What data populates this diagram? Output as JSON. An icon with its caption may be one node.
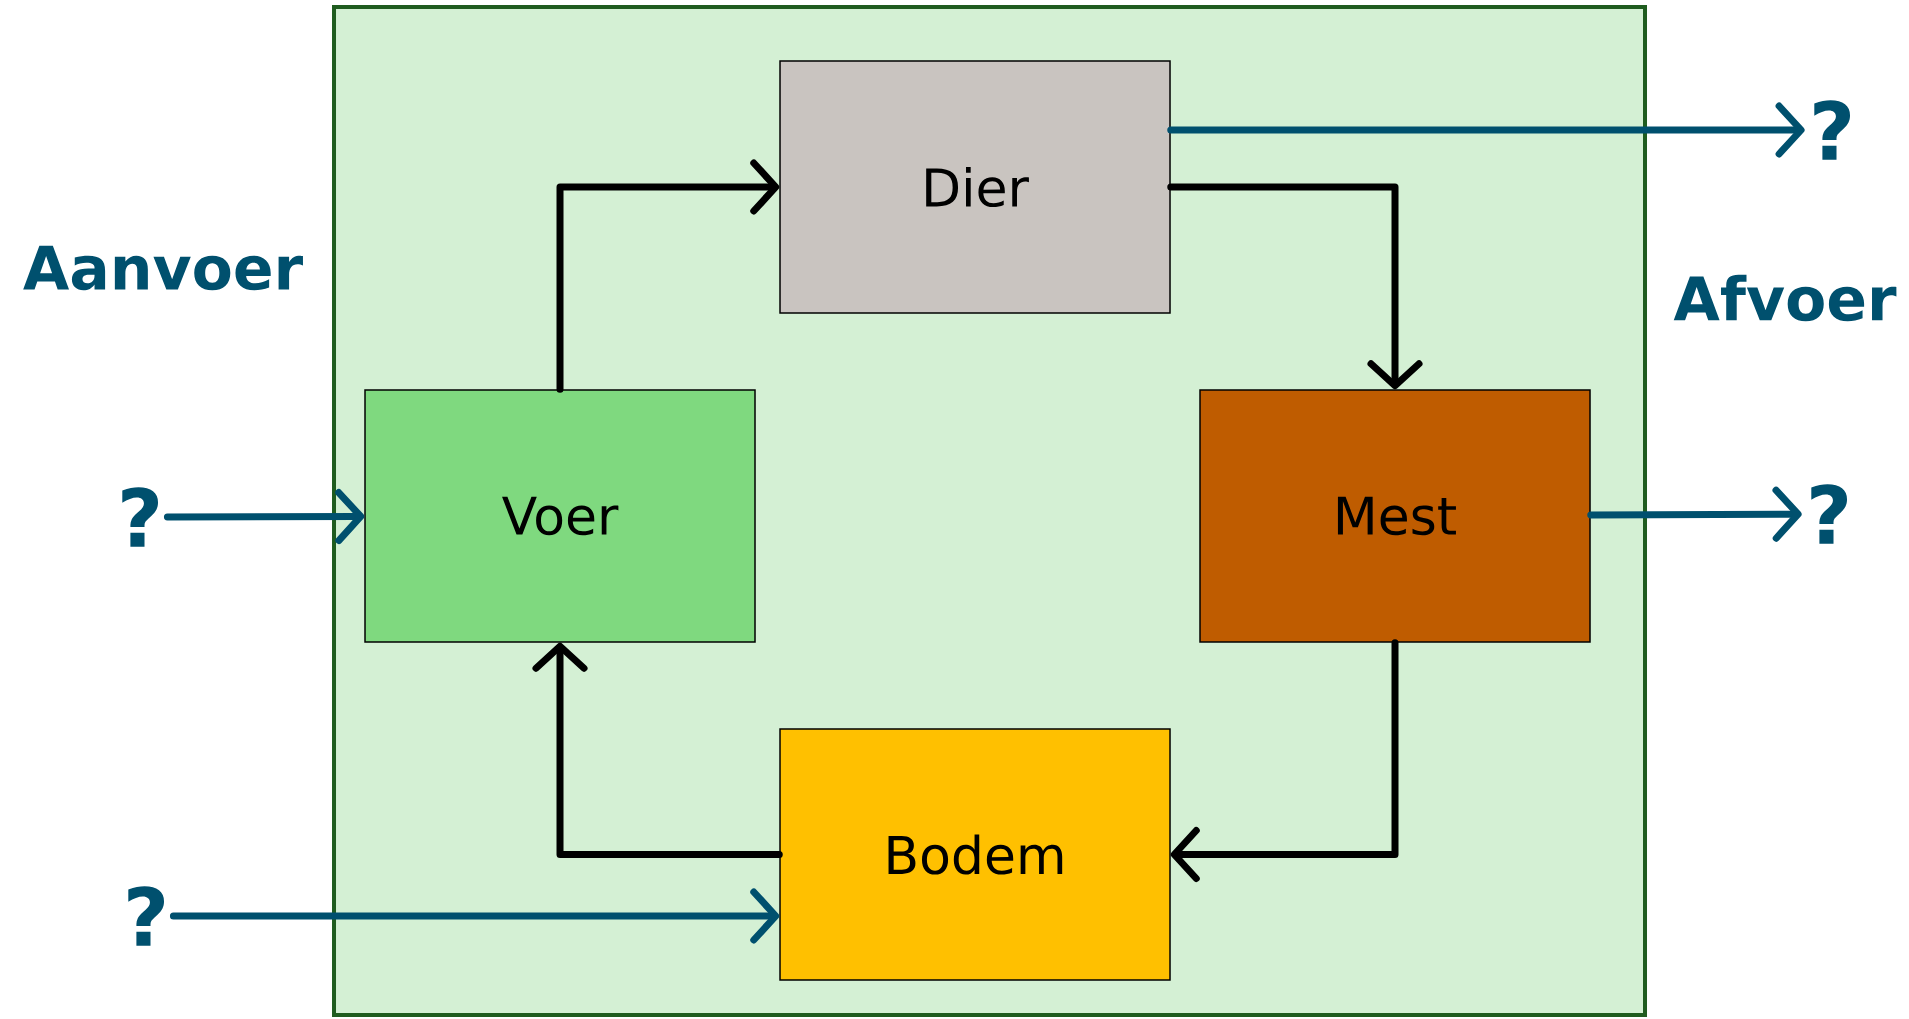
{
  "diagram": {
    "nodes": [
      {
        "text": [],
        "shape": "box"
      },
      {
        "text": [
          "Dier"
        ],
        "in": 0
      },
      {
        "text": [
          "Voer"
        ],
        "in": 0
      },
      {
        "text": [
          "Mest"
        ],
        "in": 0
      },
      {
        "text": [
          "Bodem"
        ],
        "in": 0
      },
      {
        "text": [
          "?"
        ]
      },
      {
        "text": [
          "?"
        ]
      },
      {
        "text": [
          "?"
        ]
      },
      {
        "text": [
          "?"
        ]
      }
    ],
    "edges": [
      {
        "from": 2,
        "to": 1,
        "arrow": "to",
        "color": "#000000"
      },
      {
        "from": 1,
        "to": 3,
        "arrow": "to",
        "color": "#000000"
      },
      {
        "from": 3,
        "to": 4,
        "arrow": "to",
        "color": "#000000"
      },
      {
        "from": 4,
        "to": 2,
        "arrow": "to",
        "color": "#000000"
      },
      {
        "from": 5,
        "to": 2,
        "arrow": "to",
        "color": "#00506e"
      },
      {
        "from": 6,
        "to": 4,
        "arrow": "to",
        "color": "#00506e"
      },
      {
        "from": 1,
        "to": 7,
        "arrow": "to",
        "color": "#00506e"
      },
      {
        "from": 3,
        "to": 8,
        "arrow": "to",
        "color": "#00506e"
      }
    ],
    "labels": [
      "Aanvoer",
      "Afvoer"
    ]
  }
}
